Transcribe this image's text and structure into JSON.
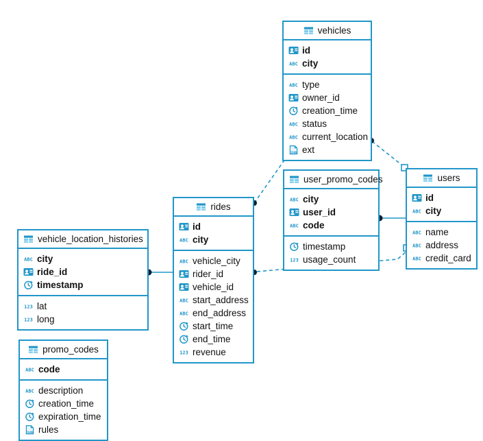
{
  "diagram": {
    "kind": "entity-relationship-diagram",
    "accent_color": "#2196c9",
    "background_color": "#ffffff",
    "text_color": "#111111",
    "entities": [
      {
        "name": "vehicles",
        "title_align": "center",
        "keys": [
          {
            "label": "id",
            "type_icon": "uuid-icon"
          },
          {
            "label": "city",
            "type_icon": "string-icon"
          }
        ],
        "columns": [
          {
            "label": "type",
            "type_icon": "string-icon"
          },
          {
            "label": "owner_id",
            "type_icon": "uuid-icon"
          },
          {
            "label": "creation_time",
            "type_icon": "timestamp-icon"
          },
          {
            "label": "status",
            "type_icon": "string-icon"
          },
          {
            "label": "current_location",
            "type_icon": "string-icon"
          },
          {
            "label": "ext",
            "type_icon": "json-icon"
          }
        ]
      },
      {
        "name": "users",
        "title_align": "center",
        "keys": [
          {
            "label": "id",
            "type_icon": "uuid-icon"
          },
          {
            "label": "city",
            "type_icon": "string-icon"
          }
        ],
        "columns": [
          {
            "label": "name",
            "type_icon": "string-icon"
          },
          {
            "label": "address",
            "type_icon": "string-icon"
          },
          {
            "label": "credit_card",
            "type_icon": "string-icon"
          }
        ]
      },
      {
        "name": "user_promo_codes",
        "title_align": "left",
        "keys": [
          {
            "label": "city",
            "type_icon": "string-icon"
          },
          {
            "label": "user_id",
            "type_icon": "uuid-icon"
          },
          {
            "label": "code",
            "type_icon": "string-icon"
          }
        ],
        "columns": [
          {
            "label": "timestamp",
            "type_icon": "timestamp-icon"
          },
          {
            "label": "usage_count",
            "type_icon": "number-icon"
          }
        ]
      },
      {
        "name": "rides",
        "title_align": "center",
        "keys": [
          {
            "label": "id",
            "type_icon": "uuid-icon"
          },
          {
            "label": "city",
            "type_icon": "string-icon"
          }
        ],
        "columns": [
          {
            "label": "vehicle_city",
            "type_icon": "string-icon"
          },
          {
            "label": "rider_id",
            "type_icon": "uuid-icon"
          },
          {
            "label": "vehicle_id",
            "type_icon": "uuid-icon"
          },
          {
            "label": "start_address",
            "type_icon": "string-icon"
          },
          {
            "label": "end_address",
            "type_icon": "string-icon"
          },
          {
            "label": "start_time",
            "type_icon": "timestamp-icon"
          },
          {
            "label": "end_time",
            "type_icon": "timestamp-icon"
          },
          {
            "label": "revenue",
            "type_icon": "number-icon"
          }
        ]
      },
      {
        "name": "vehicle_location_histories",
        "title_align": "left",
        "keys": [
          {
            "label": "city",
            "type_icon": "string-icon"
          },
          {
            "label": "ride_id",
            "type_icon": "uuid-icon"
          },
          {
            "label": "timestamp",
            "type_icon": "timestamp-icon"
          }
        ],
        "columns": [
          {
            "label": "lat",
            "type_icon": "number-icon"
          },
          {
            "label": "long",
            "type_icon": "number-icon"
          }
        ]
      },
      {
        "name": "promo_codes",
        "title_align": "center",
        "keys": [
          {
            "label": "code",
            "type_icon": "string-icon"
          }
        ],
        "columns": [
          {
            "label": "description",
            "type_icon": "string-icon"
          },
          {
            "label": "creation_time",
            "type_icon": "timestamp-icon"
          },
          {
            "label": "expiration_time",
            "type_icon": "timestamp-icon"
          },
          {
            "label": "rules",
            "type_icon": "json-icon"
          }
        ]
      }
    ],
    "relationships": [
      {
        "from": "vehicles",
        "to": "users",
        "style": "dashed",
        "from_marker": "dot",
        "to_marker": "square"
      },
      {
        "from": "rides",
        "to": "vehicles",
        "style": "dashed",
        "from_marker": "dot",
        "to_marker": "square"
      },
      {
        "from": "rides",
        "to": "users",
        "style": "dashed",
        "from_marker": "dot",
        "to_marker": "square"
      },
      {
        "from": "vehicle_location_histories",
        "to": "rides",
        "style": "solid",
        "from_marker": "dot",
        "to_marker": "none"
      },
      {
        "from": "user_promo_codes",
        "to": "users",
        "style": "solid",
        "from_marker": "dot",
        "to_marker": "none"
      }
    ]
  }
}
